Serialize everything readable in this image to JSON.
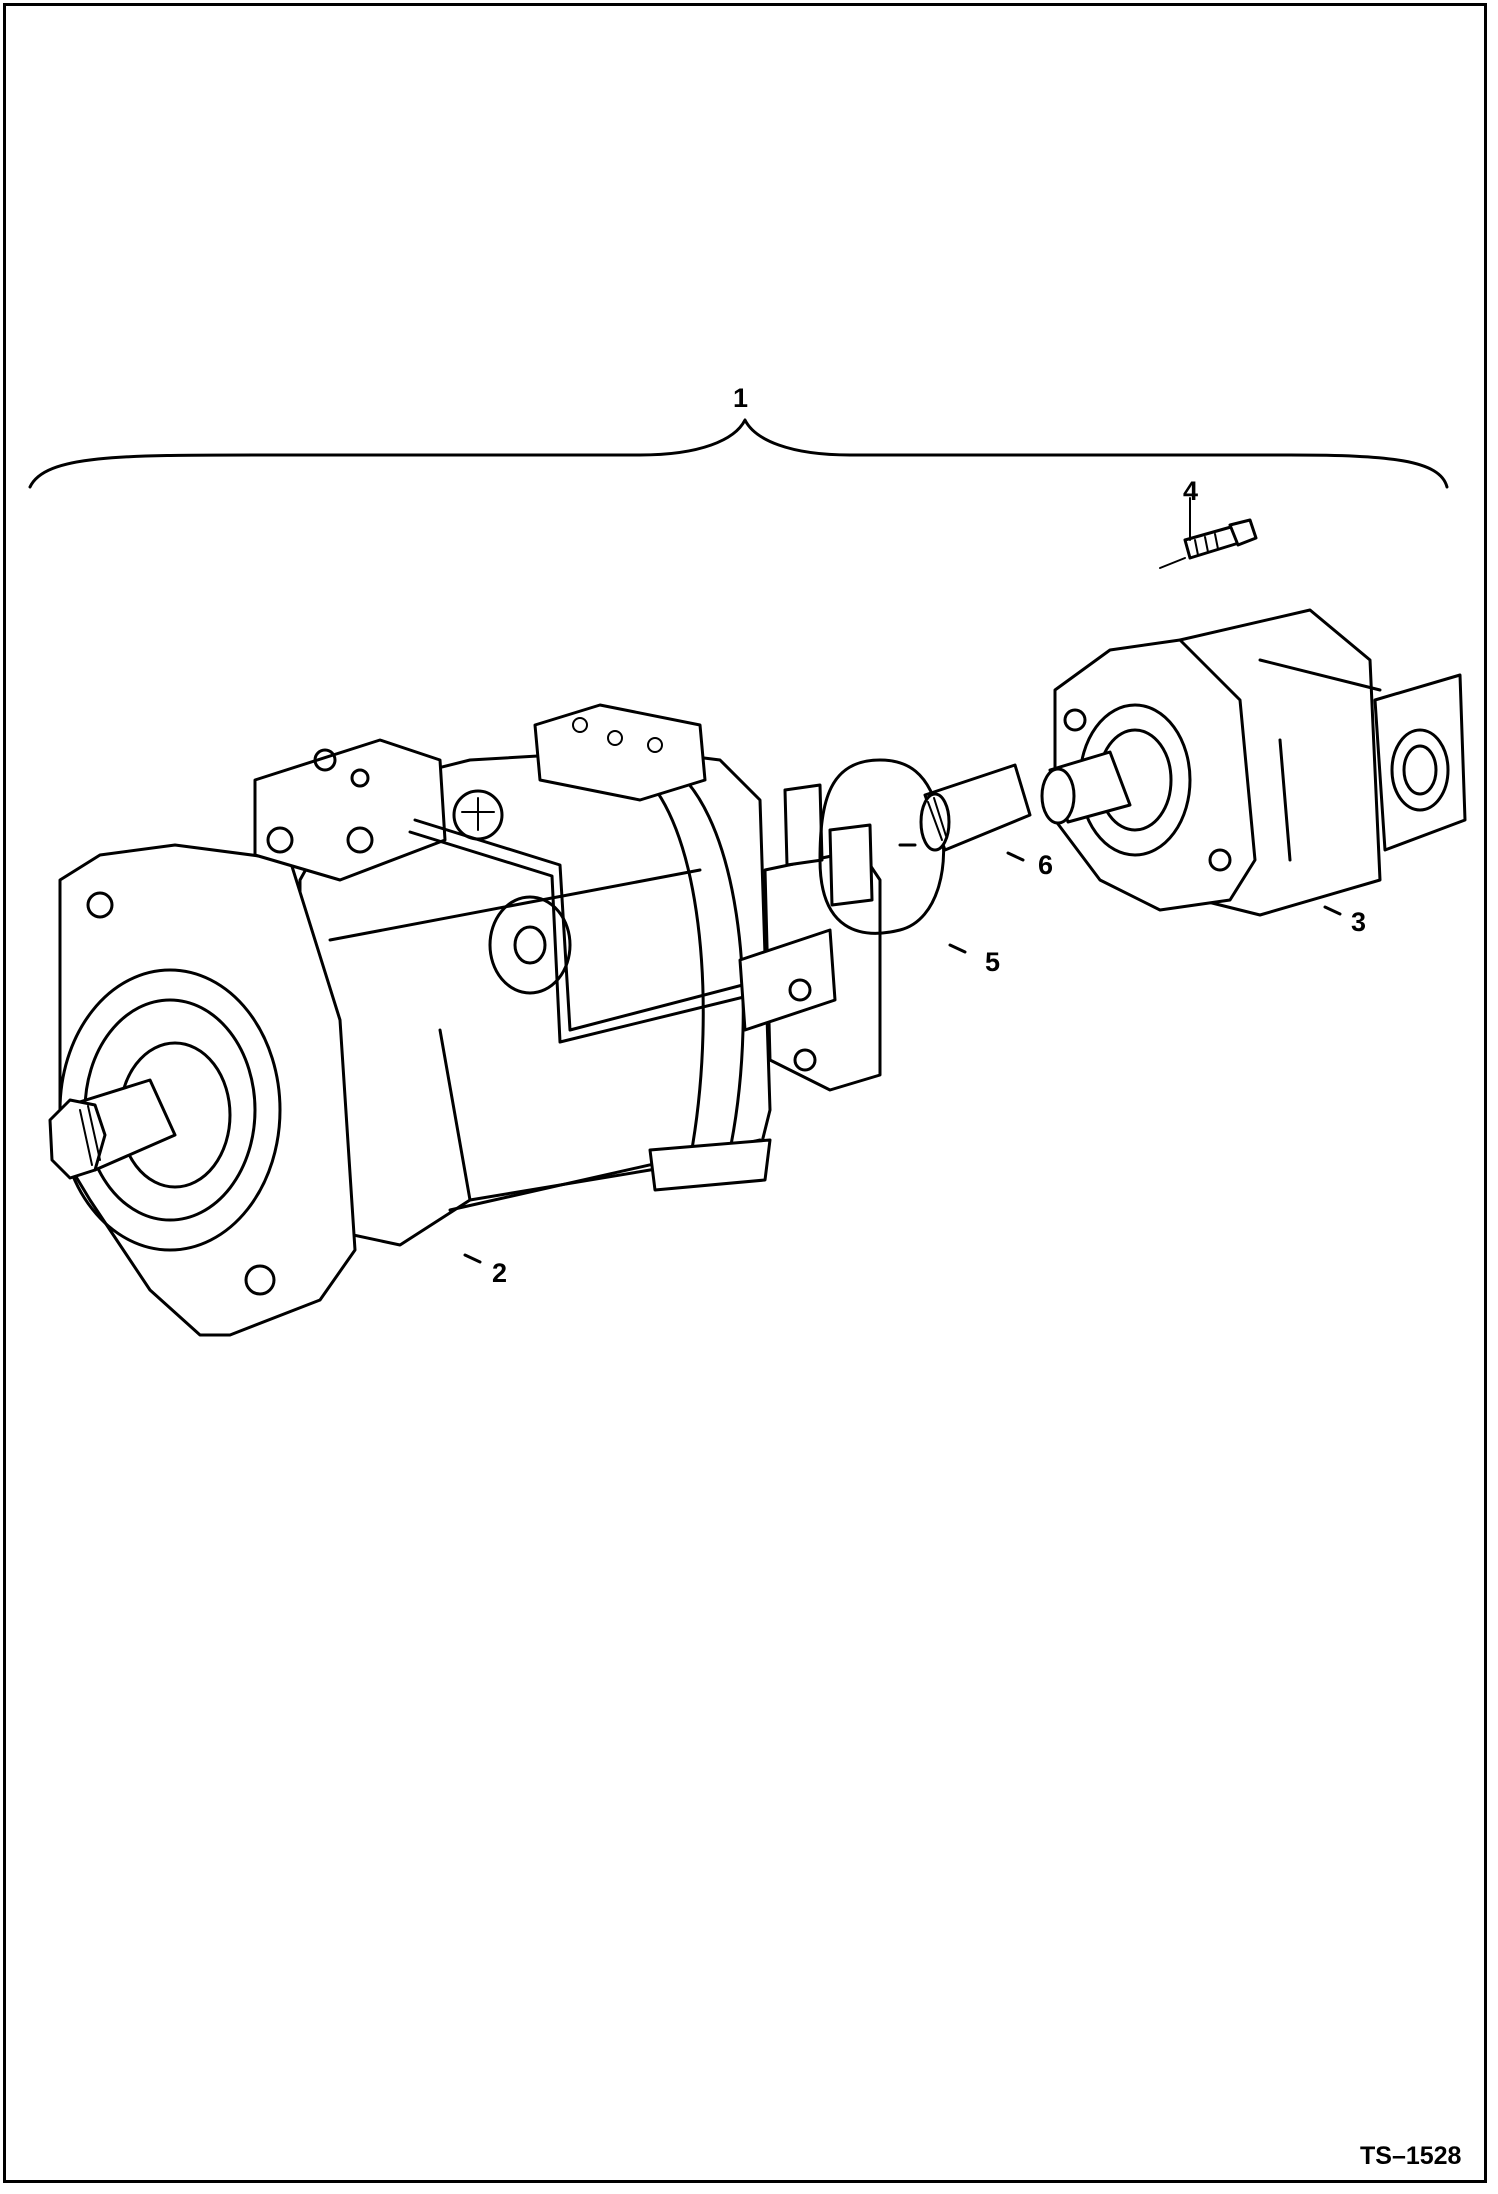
{
  "figure_id": "TS–1528",
  "callouts": [
    {
      "label": "1"
    },
    {
      "label": "2"
    },
    {
      "label": "3"
    },
    {
      "label": "4"
    },
    {
      "label": "5"
    },
    {
      "label": "6"
    }
  ]
}
